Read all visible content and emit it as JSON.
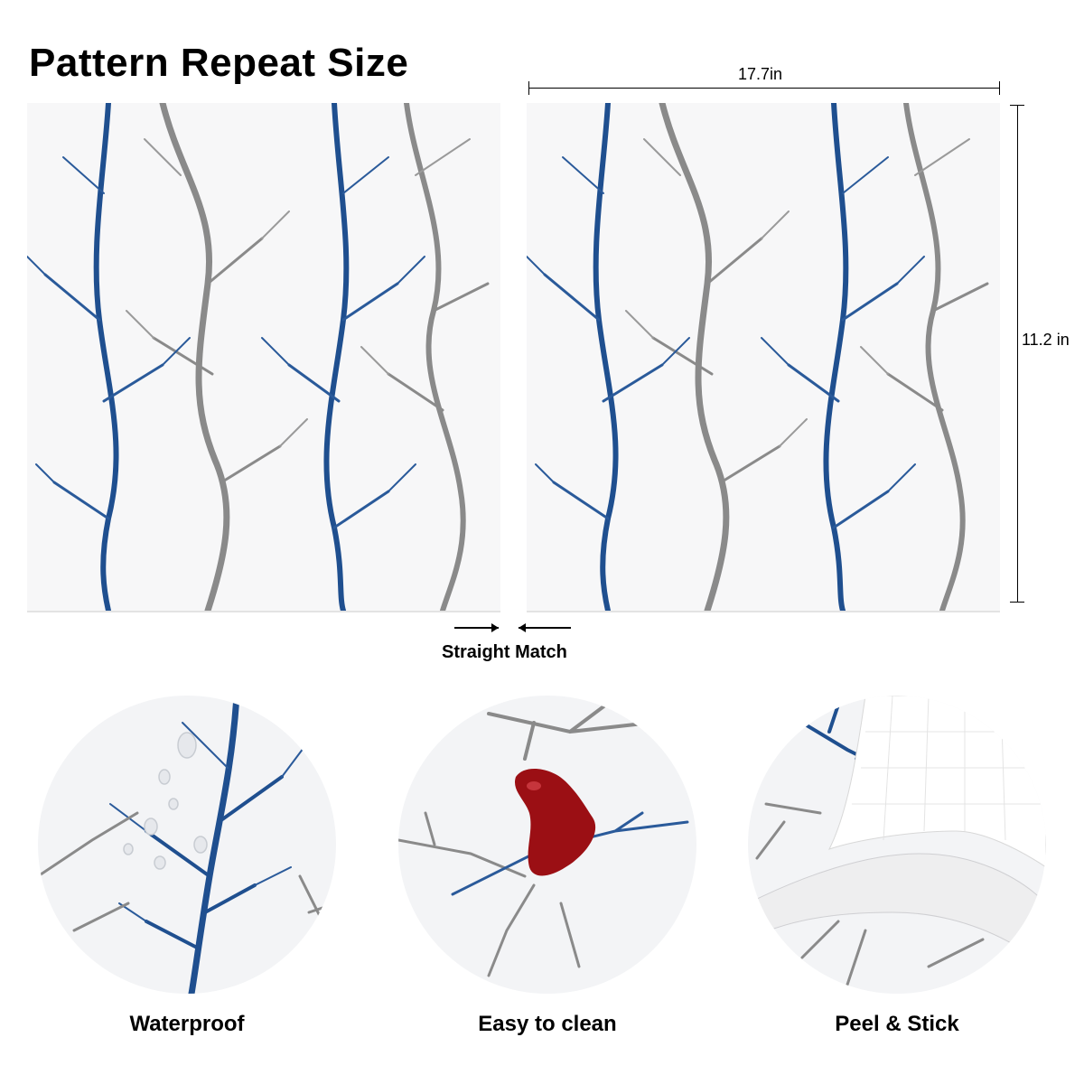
{
  "header": {
    "title": "Pattern Repeat Size"
  },
  "dimensions": {
    "width": "17.7in",
    "height": "11.2 in"
  },
  "match": {
    "label": "Straight Match"
  },
  "features": [
    {
      "label": "Waterproof",
      "icon": "water-droplets-icon"
    },
    {
      "label": "Easy to clean",
      "icon": "wine-stain-icon"
    },
    {
      "label": "Peel & Stick",
      "icon": "peeled-corner-icon"
    }
  ],
  "colors": {
    "blue_branch": "#1f4f8f",
    "gray_branch": "#8a8a8a",
    "stain": "#9b0f14"
  }
}
